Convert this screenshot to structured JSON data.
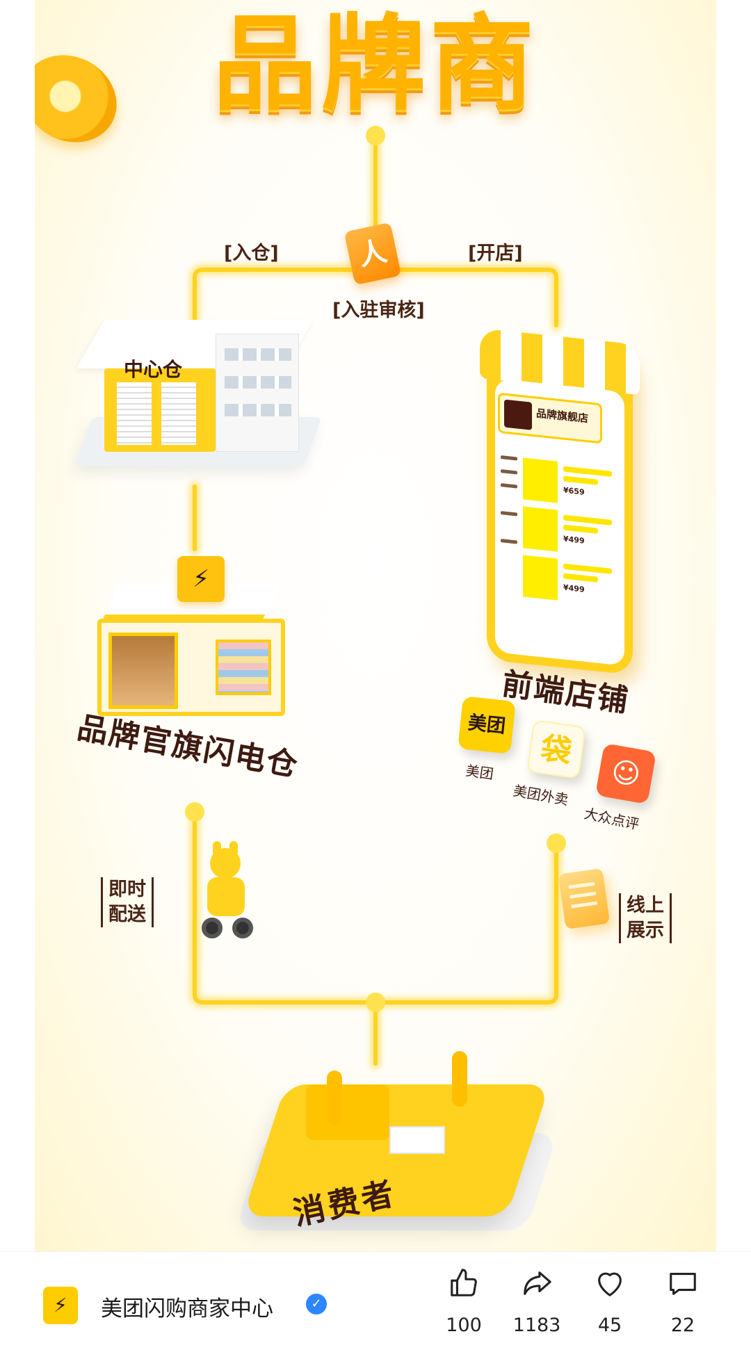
{
  "poster": {
    "title": "品牌商",
    "audit_label": "[入驻审核]",
    "warehouse_in_label": "[入仓]",
    "open_store_label": "[开店]",
    "central_warehouse": "中心仓",
    "flash_warehouse": "品牌官旗闪电仓",
    "front_store": "前端店铺",
    "instant_delivery": "即时\n配送",
    "online_display": "线上\n展示",
    "consumer": "消费者",
    "phone_store_name": "品牌旗舰店",
    "phone_prices": [
      "¥659",
      "¥499",
      "¥499"
    ],
    "platforms": [
      {
        "name": "美团",
        "icon_text": "美团",
        "color": "#ffd100"
      },
      {
        "name": "美团外卖",
        "icon_text": "袋",
        "color": "#fffbe8"
      },
      {
        "name": "大众点评",
        "icon_text": "☺",
        "color": "#ff6633"
      }
    ],
    "accent_color": "#ffd21f",
    "text_color": "#3e1a10"
  },
  "footer": {
    "account_name": "美团闪购商家中心",
    "avatar_icon": "flash-bag-icon",
    "verified_icon": "verified-badge-icon",
    "actions": [
      {
        "name": "like",
        "icon": "thumbs-up-icon",
        "count": "100"
      },
      {
        "name": "share",
        "icon": "share-arrow-icon",
        "count": "1183"
      },
      {
        "name": "favorite",
        "icon": "heart-icon",
        "count": "45"
      },
      {
        "name": "comment",
        "icon": "comment-icon",
        "count": "22"
      }
    ]
  }
}
